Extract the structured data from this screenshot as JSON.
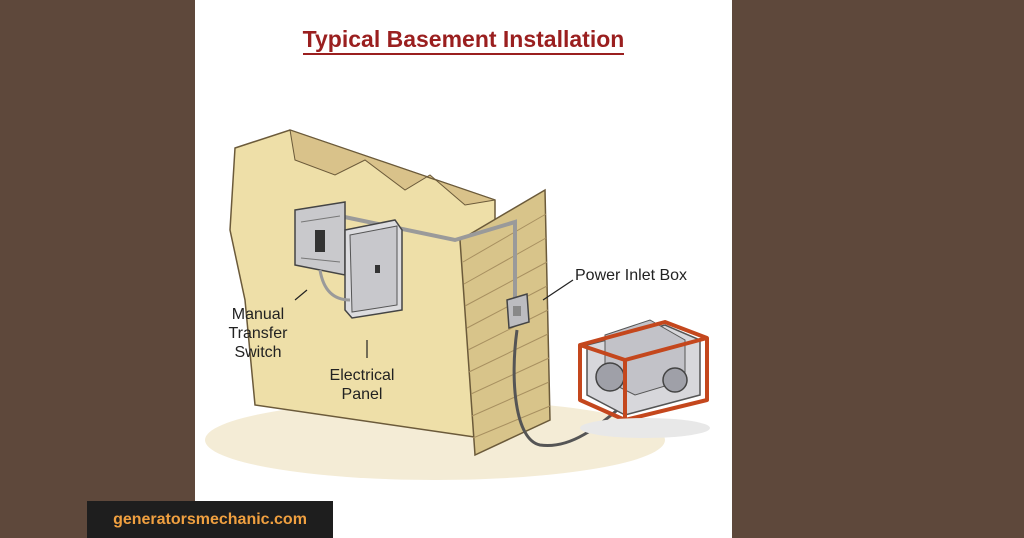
{
  "title": "Typical Basement Installation",
  "labels": {
    "power_inlet_box": "Power Inlet Box",
    "manual_transfer_switch": [
      "Manual",
      "Transfer",
      "Switch"
    ],
    "electrical_panel": [
      "Electrical",
      "Panel"
    ]
  },
  "watermark": "generatorsmechanic.com",
  "colors": {
    "background": "#5e483b",
    "title": "#9a1f1f",
    "wall": "#eedfa8",
    "siding": "#d8c48a",
    "generator_frame": "#c4471d",
    "watermark_text": "#f0a040"
  }
}
